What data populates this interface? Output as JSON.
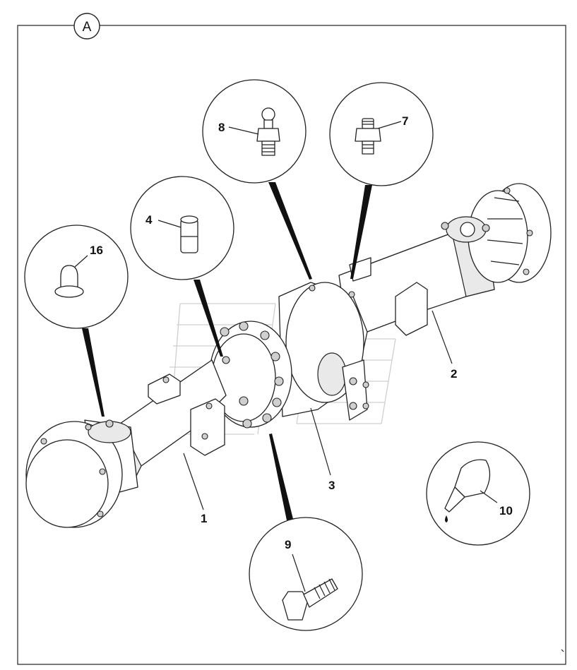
{
  "diagram": {
    "view_label": "A",
    "callouts": [
      {
        "id": "c16",
        "label": "16"
      },
      {
        "id": "c4",
        "label": "4"
      },
      {
        "id": "c8",
        "label": "8"
      },
      {
        "id": "c7",
        "label": "7"
      },
      {
        "id": "c9",
        "label": "9"
      },
      {
        "id": "c10",
        "label": "10"
      }
    ],
    "part_labels": [
      {
        "id": "p1",
        "label": "1"
      },
      {
        "id": "p2",
        "label": "2"
      },
      {
        "id": "p3",
        "label": "3"
      }
    ]
  }
}
